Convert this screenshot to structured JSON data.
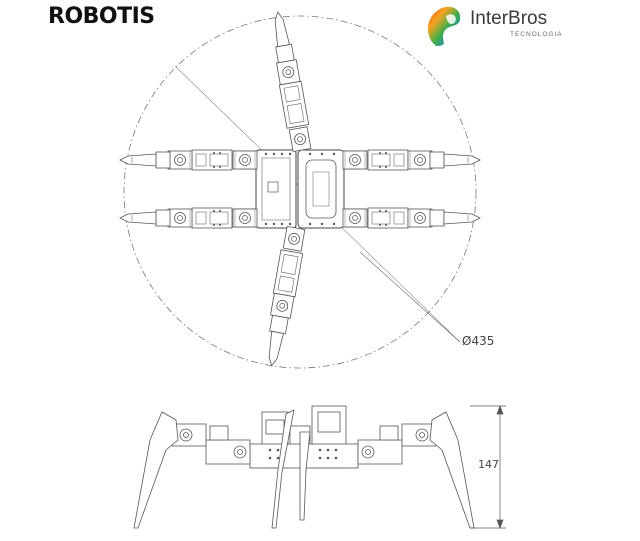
{
  "header": {
    "left_logo_text": "ROBOTIS",
    "right_logo_name": "InterBros",
    "right_logo_tagline": "TECNOLOGIA"
  },
  "dimensions": {
    "diameter_label": "Ø435",
    "height_label": "147"
  },
  "colors": {
    "line": "#555555",
    "logo_gradient": [
      "#f0532b",
      "#f6a21e",
      "#3fae49",
      "#1e88c7",
      "#8e3fa0"
    ]
  }
}
